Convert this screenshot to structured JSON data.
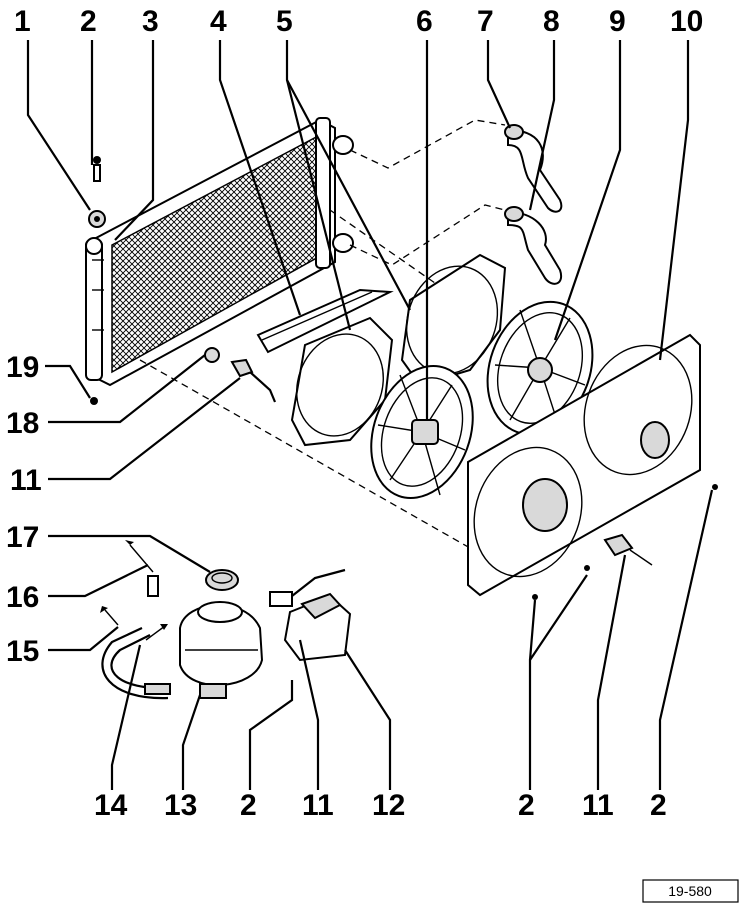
{
  "diagram": {
    "drawing_number": "19-580",
    "callouts": [
      {
        "id": "c1",
        "label": "1"
      },
      {
        "id": "c2a",
        "label": "2"
      },
      {
        "id": "c3",
        "label": "3"
      },
      {
        "id": "c4",
        "label": "4"
      },
      {
        "id": "c5",
        "label": "5"
      },
      {
        "id": "c6",
        "label": "6"
      },
      {
        "id": "c7",
        "label": "7"
      },
      {
        "id": "c8",
        "label": "8"
      },
      {
        "id": "c9",
        "label": "9"
      },
      {
        "id": "c10",
        "label": "10"
      },
      {
        "id": "c19",
        "label": "19"
      },
      {
        "id": "c18",
        "label": "18"
      },
      {
        "id": "c11a",
        "label": "11"
      },
      {
        "id": "c17",
        "label": "17"
      },
      {
        "id": "c16",
        "label": "16"
      },
      {
        "id": "c15",
        "label": "15"
      },
      {
        "id": "c14",
        "label": "14"
      },
      {
        "id": "c13",
        "label": "13"
      },
      {
        "id": "c2b",
        "label": "2"
      },
      {
        "id": "c11b",
        "label": "11"
      },
      {
        "id": "c12",
        "label": "12"
      },
      {
        "id": "c2c",
        "label": "2"
      },
      {
        "id": "c11c",
        "label": "11"
      },
      {
        "id": "c2d",
        "label": "2"
      }
    ]
  }
}
